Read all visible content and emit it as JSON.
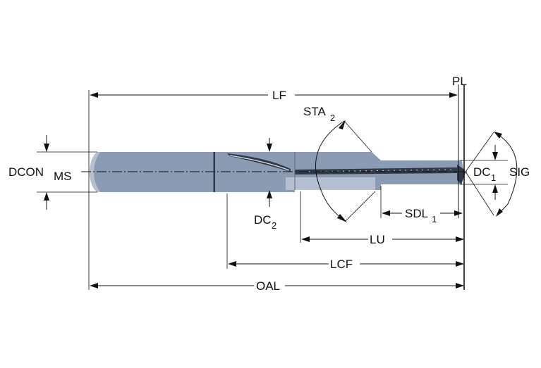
{
  "colors": {
    "tool_body": "#8b9bb3",
    "tool_dark": "#2f3948",
    "tool_light": "#b4c0d1",
    "line": "#111111"
  },
  "labels": {
    "lf": "LF",
    "pl": "PL",
    "sta": "STA",
    "sta_sub": "2",
    "dcon": "DCON",
    "dcon_sub": "MS",
    "dc1": "DC",
    "dc1_sub": "1",
    "sig": "SIG",
    "dc2": "DC",
    "dc2_sub": "2",
    "sdl": "SDL",
    "sdl_sub": "1",
    "lu": "LU",
    "lcf": "LCF",
    "oal": "OAL"
  }
}
